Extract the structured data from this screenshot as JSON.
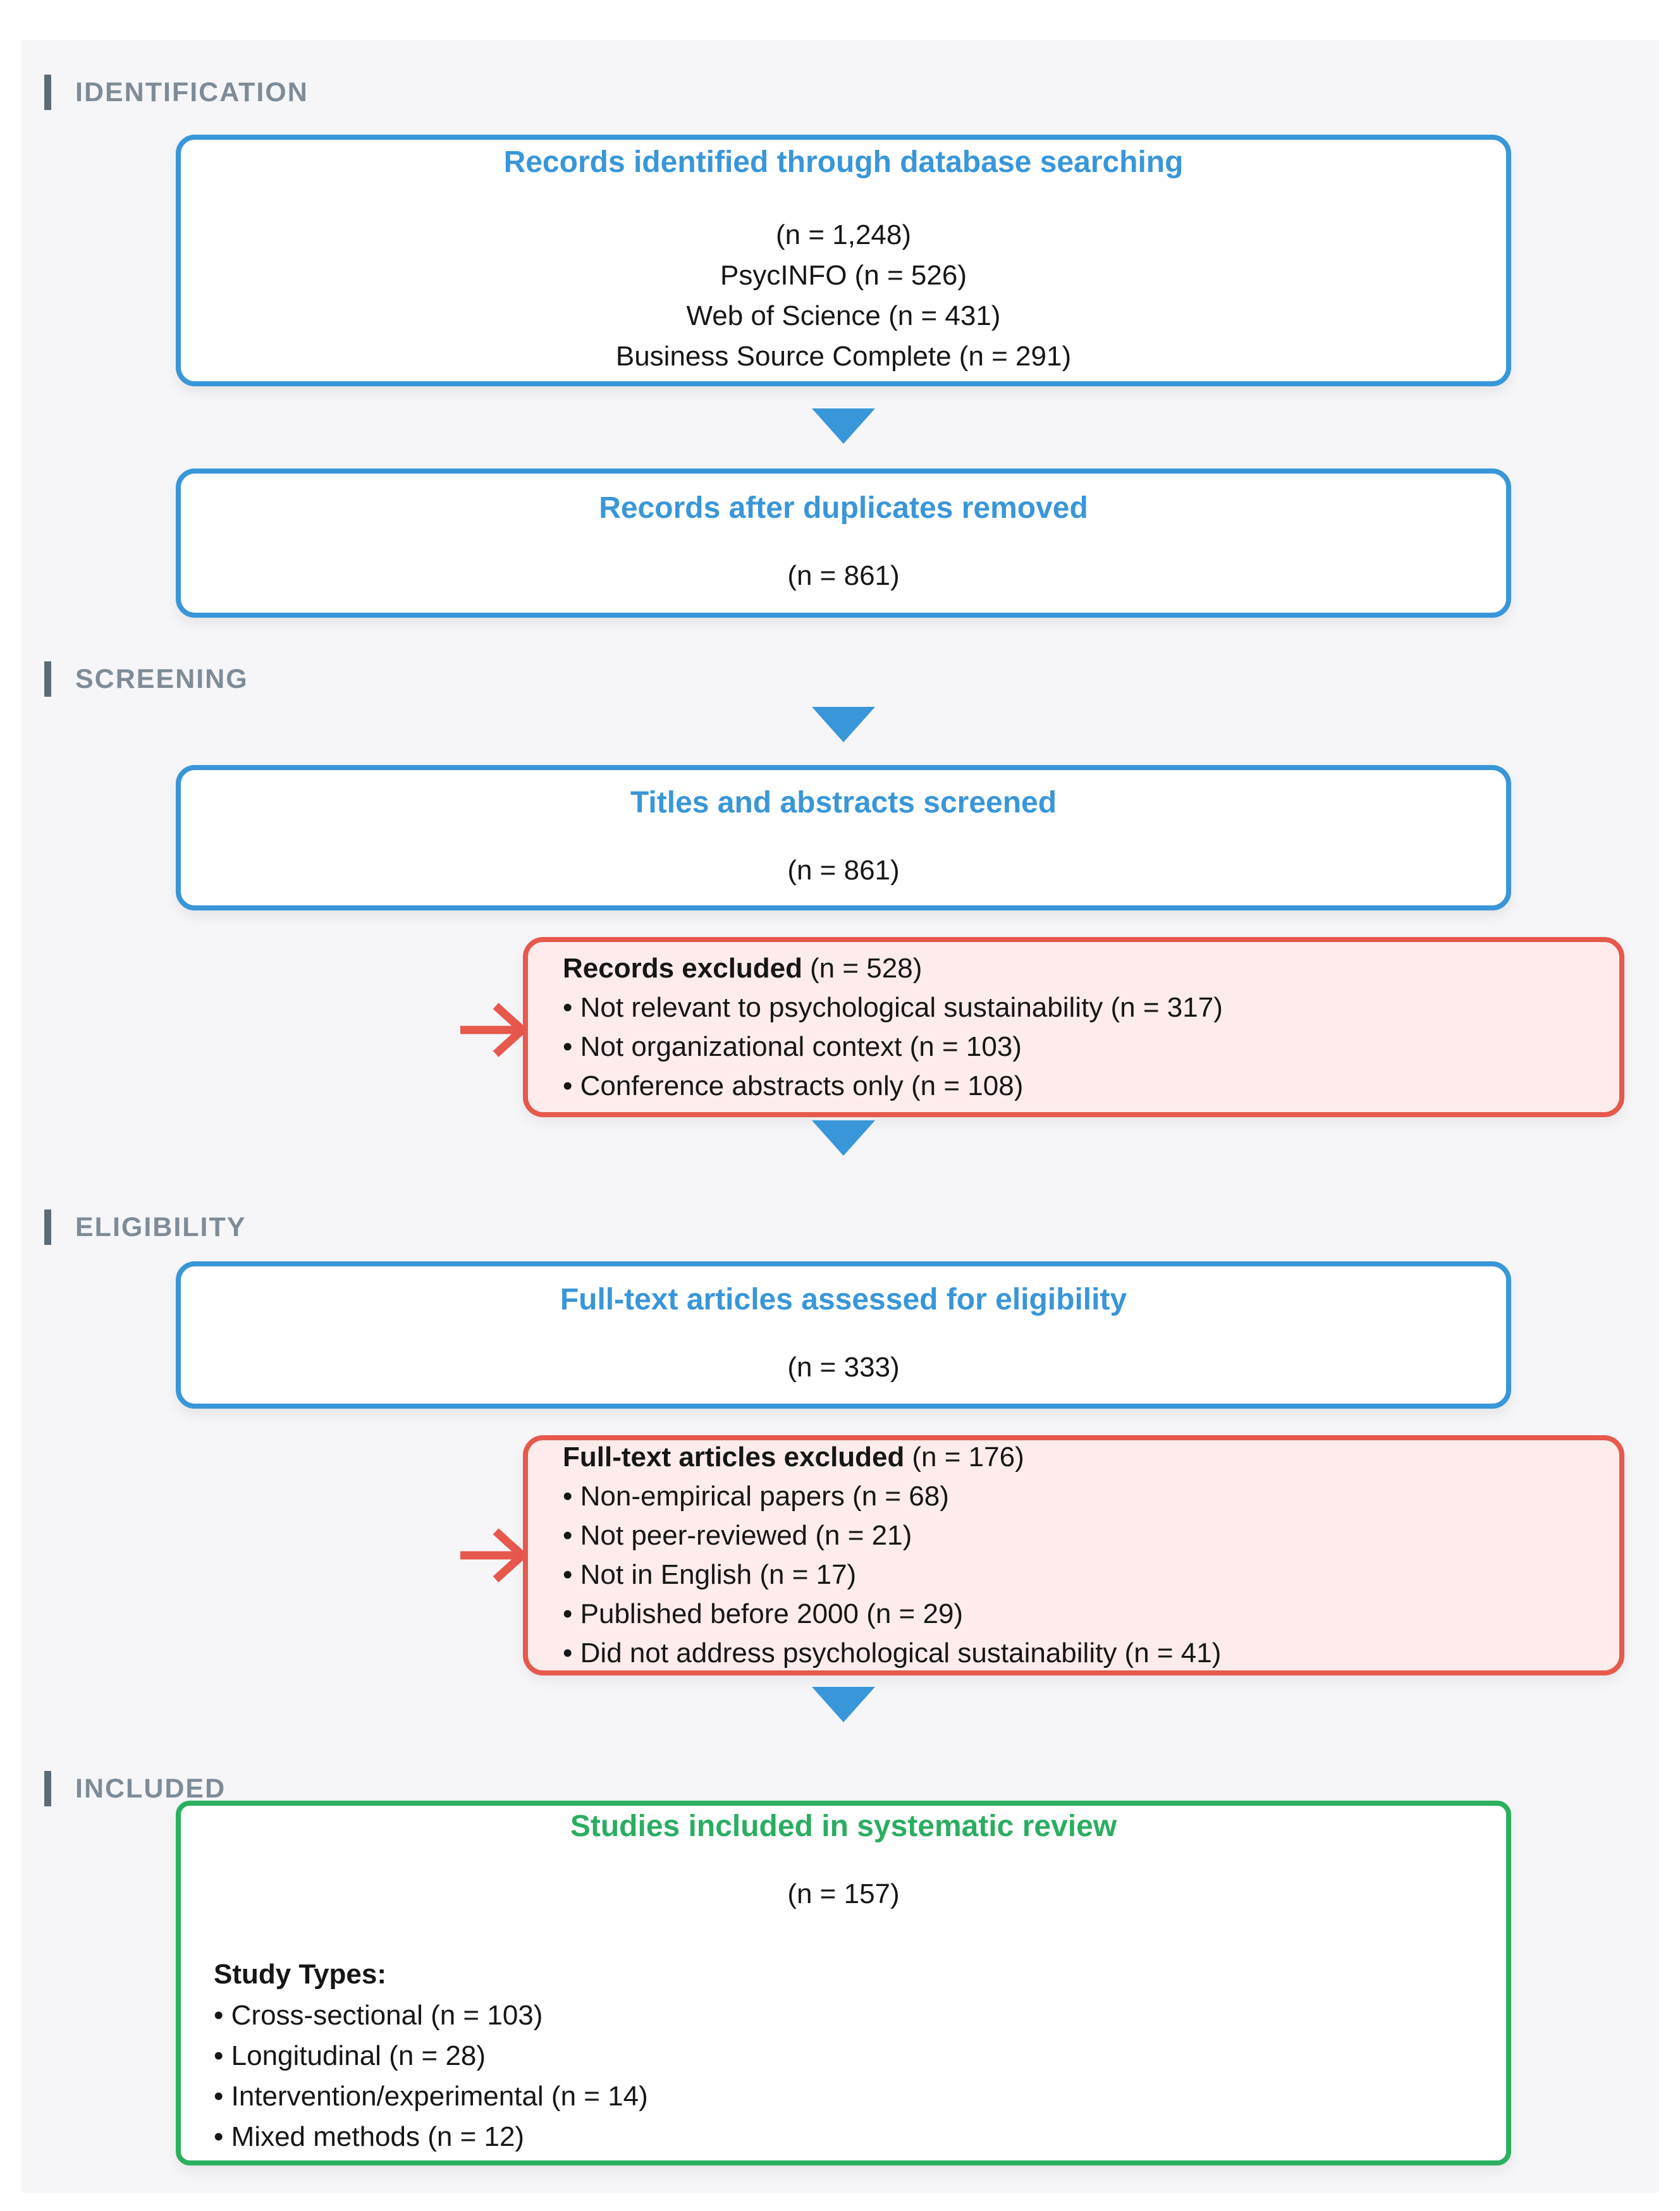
{
  "diagram_type": "PRISMA systematic review flow",
  "colors": {
    "blue": "#3996d8",
    "red": "#e7584d",
    "red_fill": "#fdeceb",
    "green": "#2bb05f",
    "label_gray": "#7e8c98",
    "panel_bg": "#f6f6f8"
  },
  "labels": {
    "identification": "IDENTIFICATION",
    "screening": "SCREENING",
    "eligibility": "ELIGIBILITY",
    "included": "INCLUDED"
  },
  "box_identified": {
    "title": "Records identified through database searching",
    "lines": [
      "(n = 1,248)",
      "PsycINFO (n = 526)",
      "Web of Science (n = 431)",
      "Business Source Complete (n = 291)"
    ]
  },
  "box_duplicates": {
    "title": "Records after duplicates removed",
    "count": "(n = 861)"
  },
  "box_screened": {
    "title": "Titles and abstracts screened",
    "count": "(n = 861)"
  },
  "excluded_screening": {
    "title": "Records excluded",
    "count": "(n = 528)",
    "bullets": [
      "Not relevant to psychological sustainability (n = 317)",
      "Not organizational context (n = 103)",
      "Conference abstracts only (n = 108)"
    ]
  },
  "box_fulltext": {
    "title": "Full-text articles assessed for eligibility",
    "count": "(n = 333)"
  },
  "excluded_fulltext": {
    "title": "Full-text articles excluded",
    "count": "(n = 176)",
    "bullets": [
      "Non-empirical papers (n = 68)",
      "Not peer-reviewed (n = 21)",
      "Not in English (n = 17)",
      "Published before 2000 (n = 29)",
      "Did not address psychological sustainability (n = 41)"
    ]
  },
  "box_included": {
    "title": "Studies included in systematic review",
    "count": "(n = 157)",
    "subheading": "Study Types:",
    "bullets": [
      "Cross-sectional (n = 103)",
      "Longitudinal (n = 28)",
      "Intervention/experimental (n = 14)",
      "Mixed methods (n = 12)"
    ]
  }
}
